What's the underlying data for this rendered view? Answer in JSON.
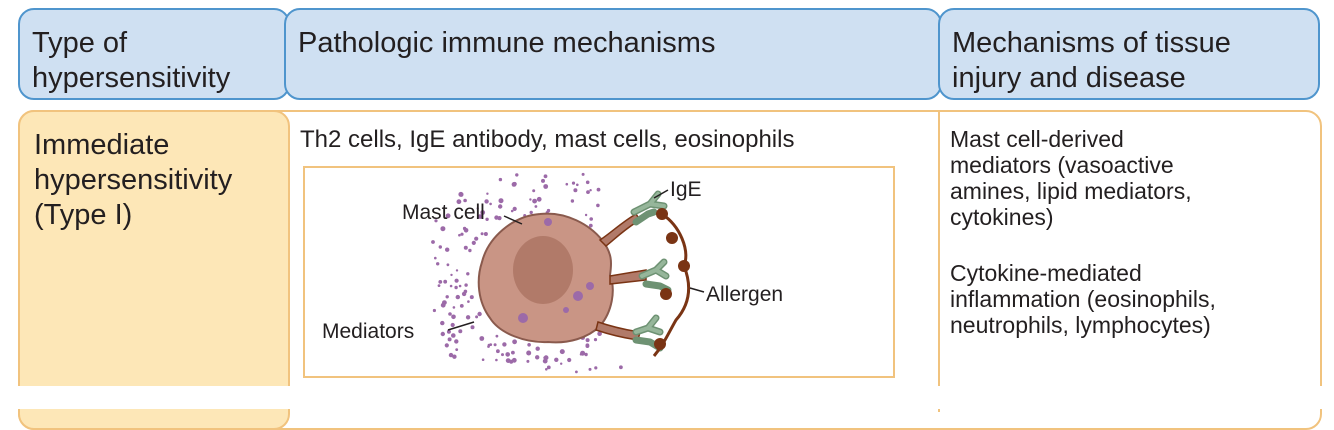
{
  "header": {
    "type_label": "Type of\nhypersensitivity",
    "mechanisms_label": "Pathologic immune mechanisms",
    "tissue_label": "Mechanisms of tissue\ninjury and disease"
  },
  "row": {
    "type": "Immediate\nhypersensitivity\n(Type I)",
    "mechanisms": "Th2 cells, IgE antibody, mast cells, eosinophils",
    "tissue_injury": [
      "Mast cell-derived\nmediators (vasoactive\namines, lipid mediators,\ncytokines)",
      "Cytokine-mediated\ninflammation (eosinophils,\nneutrophils, lymphocytes)"
    ]
  },
  "figure": {
    "labels": {
      "mast_cell": "Mast cell",
      "ige": "IgE",
      "allergen": "Allergen",
      "mediators": "Mediators"
    }
  },
  "colors": {
    "header_fill": "#cfe0f2",
    "header_border": "#4f95cd",
    "type_fill": "#fde7b7",
    "row_border": "#f1c37e",
    "cell_body": "#c99585",
    "nucleus": "#b17a69",
    "granule": "#9c6aa8",
    "receptor": "#96b69a",
    "allergen": "#7a3414"
  }
}
